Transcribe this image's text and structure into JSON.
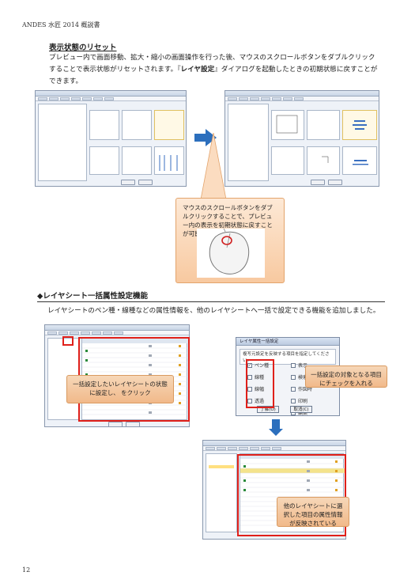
{
  "header": {
    "text": "ANDES 水匠 2014 概説書"
  },
  "section1": {
    "title": "表示状態のリセット",
    "para_line1": "プレビュー内で画面移動、拡大・縮小の画面操作を行った後、マウスのスクロールボタンをダブルクリック",
    "para_line2_pre": "することで表示状態がリセットされます。『",
    "para_line2_bold": "レイヤ設定",
    "para_line2_post": "』ダイアログを起動したときの初期状態に戻すことが",
    "para_line3": "できます。",
    "callout": "マウスのスクロールボタンをダブルクリックすることで、プレビュー内の表示を初期状態に戻すことが可能"
  },
  "section2": {
    "title": "◆レイヤシート一括属性設定機能",
    "para": "レイヤシートのペン種・線種などの属性情報を、他のレイヤシートへ一括で設定できる機能を追加しました。",
    "callout_left": "一括設定したいレイヤシートの状態に設定し、 をクリック",
    "dialog_title": "レイヤ属性一括設定",
    "dialog_prompt": "複写元設定を反映する項目を指定してください。",
    "checkboxes": [
      "ペン種",
      "表示",
      "線種",
      "検索",
      "線幅",
      "作図時",
      "透過",
      "印刷",
      "",
      "編集"
    ],
    "dialog_ok": "了解(O)",
    "dialog_cancel": "取消(C)",
    "callout_right": "一括設定の対象となる項目にチェックを入れる",
    "callout_bottom": "他のレイヤシートに選択した項目の属性情報が反映されている"
  },
  "page_number": "12",
  "colors": {
    "accent_blue": "#2c6fbd",
    "highlight_red": "#e0201a",
    "callout_orange": "#f8c9a0"
  }
}
